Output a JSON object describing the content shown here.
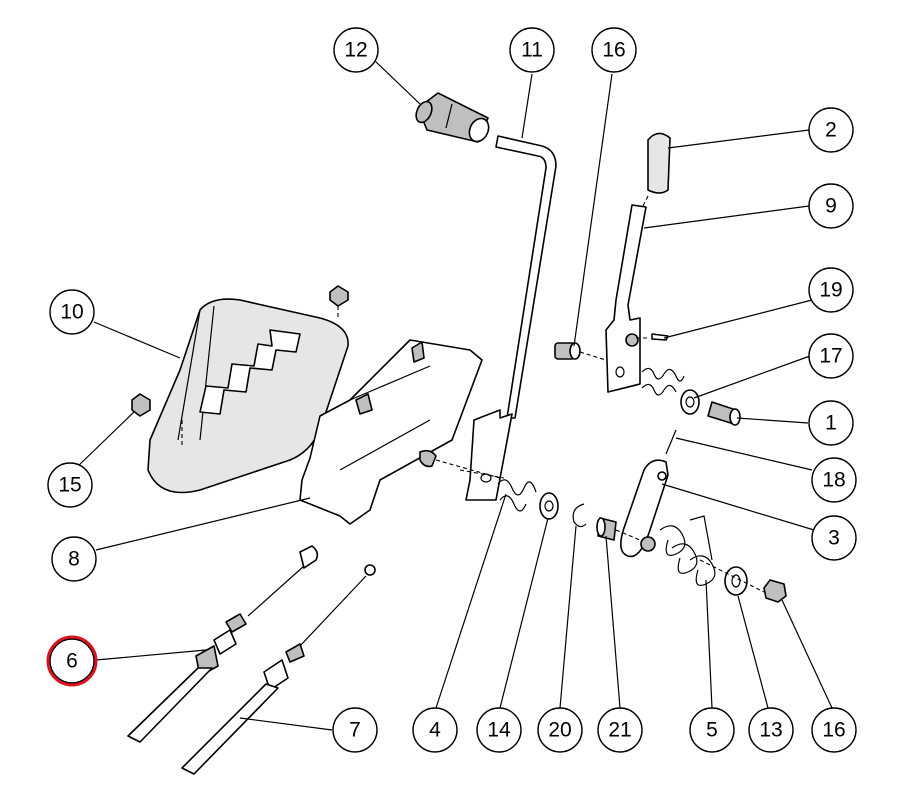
{
  "highlight": {
    "label": "6",
    "color": "#d9141e"
  },
  "callouts": [
    {
      "id": "c12",
      "label": "12"
    },
    {
      "id": "c11",
      "label": "11"
    },
    {
      "id": "c16a",
      "label": "16"
    },
    {
      "id": "c2",
      "label": "2"
    },
    {
      "id": "c9",
      "label": "9"
    },
    {
      "id": "c19",
      "label": "19"
    },
    {
      "id": "c17",
      "label": "17"
    },
    {
      "id": "c1",
      "label": "1"
    },
    {
      "id": "c18",
      "label": "18"
    },
    {
      "id": "c3",
      "label": "3"
    },
    {
      "id": "c10",
      "label": "10"
    },
    {
      "id": "c15",
      "label": "15"
    },
    {
      "id": "c8",
      "label": "8"
    },
    {
      "id": "c6",
      "label": "6"
    },
    {
      "id": "c7",
      "label": "7"
    },
    {
      "id": "c4",
      "label": "4"
    },
    {
      "id": "c14",
      "label": "14"
    },
    {
      "id": "c20",
      "label": "20"
    },
    {
      "id": "c21",
      "label": "21"
    },
    {
      "id": "c5",
      "label": "5"
    },
    {
      "id": "c13",
      "label": "13"
    },
    {
      "id": "c16b",
      "label": "16"
    }
  ]
}
